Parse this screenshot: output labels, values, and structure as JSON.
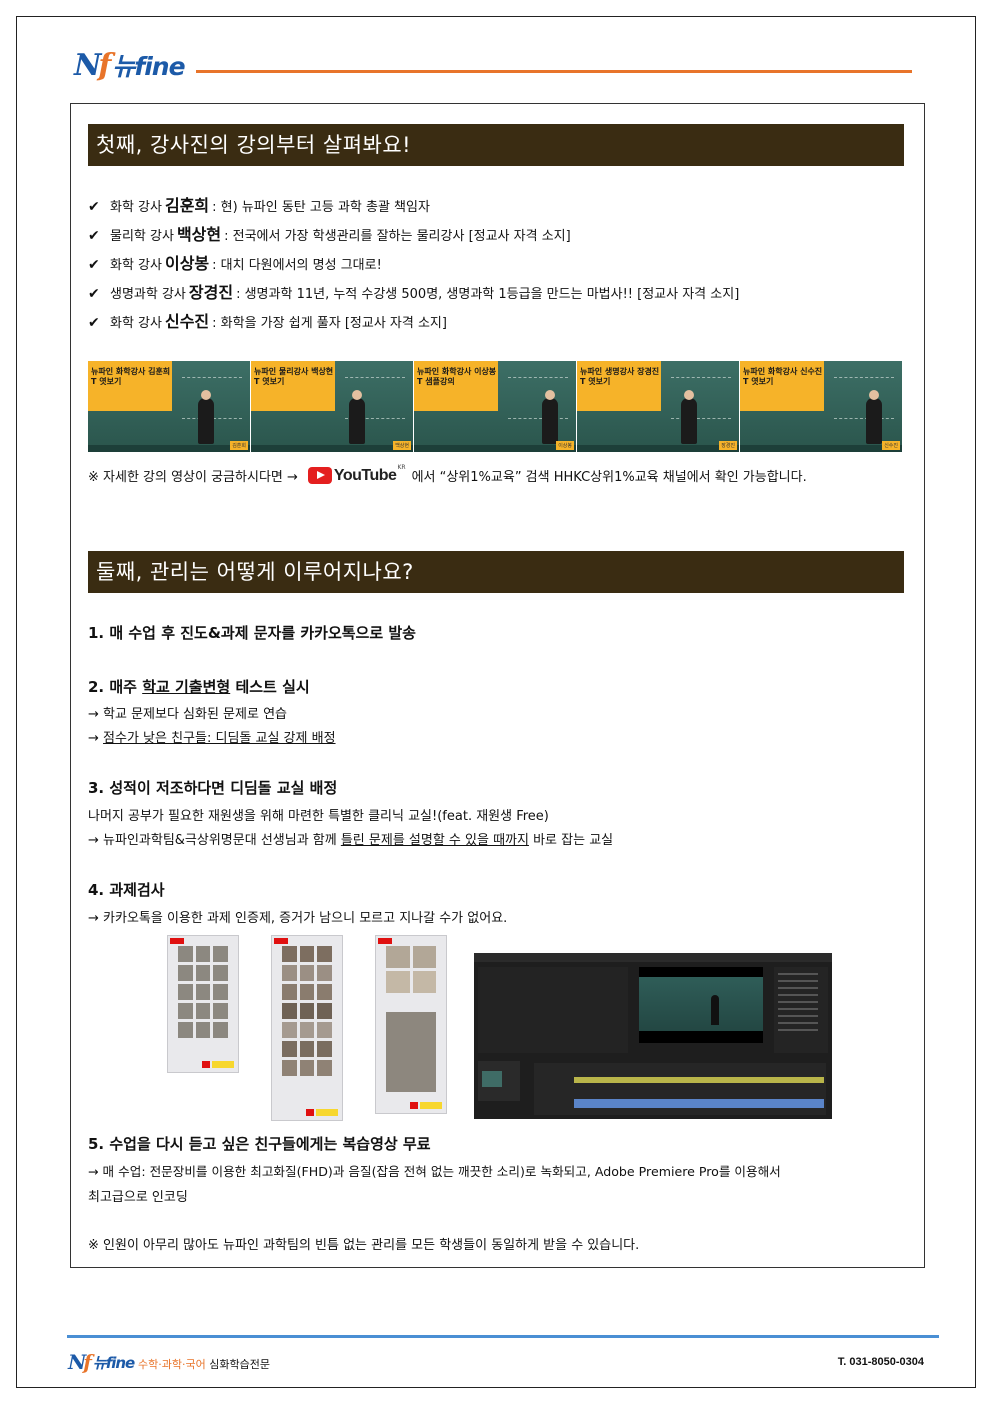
{
  "brand": {
    "logo_mark": "Nf",
    "logo_text": "뉴fine",
    "accent_color": "#e8742a",
    "brand_color": "#1c5aa8"
  },
  "section1": {
    "title": "첫째, 강사진의 강의부터 살펴봐요!",
    "teachers": [
      {
        "prefix": "화학 강사",
        "name": "김훈희",
        "desc": ": 현) 뉴파인 동탄 고등 과학 총괄 책임자"
      },
      {
        "prefix": "물리학 강사",
        "name": "백상현",
        "desc": ": 전국에서 가장 학생관리를 잘하는 물리강사 [정교사 자격 소지]"
      },
      {
        "prefix": "화학 강사",
        "name": "이상봉",
        "desc": ": 대치 다원에서의 명성 그대로!"
      },
      {
        "prefix": "생명과학 강사",
        "name": "장경진",
        "desc": ": 생명과학 11년, 누적 수강생 500명, 생명과학 1등급을 만드는 마법사!! [정교사 자격 소지]"
      },
      {
        "prefix": "화학 강사",
        "name": "신수진",
        "desc": ": 화학을 가장 쉽게 풀자 [정교사 자격 소지]"
      }
    ],
    "thumbnails": [
      {
        "title": "뉴파인 화학강사 김훈희T 엿보기",
        "name": "김훈희"
      },
      {
        "title": "뉴파인 물리강사 백상현T 엿보기",
        "name": "백상현"
      },
      {
        "title": "뉴파인 화학강사 이상봉T 샘플강의",
        "name": "이상봉"
      },
      {
        "title": "뉴파인 생명강사 장경진T 엿보기",
        "name": "장경진"
      },
      {
        "title": "뉴파인 화학강사 신수진T 엿보기",
        "name": "신수진"
      }
    ],
    "youtube_note": {
      "before": "※  자세한 강의 영상이 궁금하시다면  →",
      "logo_word": "YouTube",
      "logo_kr": "KR",
      "after": "에서  “상위1%교육” 검색 HHKC상위1%교육 채널에서 확인 가능합니다."
    }
  },
  "section2": {
    "title": "둘째, 관리는 어떻게 이루어지나요?",
    "item1": {
      "title": "1. 매 수업 후 진도&과제 문자를 카카오톡으로 발송"
    },
    "item2": {
      "title_a": "2. 매주 ",
      "title_u": "학교 기출변형",
      "title_b": " 테스트 실시",
      "line1": "→ 학교 문제보다 심화된 문제로 연습",
      "line2_arrow": "→ ",
      "line2_u": "점수가 낮은 친구들: 디딤돌 교실 강제 배정"
    },
    "item3": {
      "title": "3. 성적이 저조하다면 디딤돌 교실 배정",
      "line1": "나머지 공부가 필요한 재원생을 위해 마련한 특별한 클리닉 교실!(feat. 재원생 Free)",
      "line2_a": "→ 뉴파인과학팀&극상위명문대 선생님과 함께 ",
      "line2_u": "틀린 문제를 설명할 수 있을 때까지",
      "line2_b": " 바로 잡는 교실"
    },
    "item4": {
      "title": "4. 과제검사",
      "line1": "→ 카카오톡을 이용한 과제 인증제, 증거가 남으니 모르고 지나갈 수가 없어요."
    },
    "item5": {
      "title": "5. 수업을 다시 듣고 싶은 친구들에게는 복습영상 무료",
      "line1": "→ 매 수업: 전문장비를 이용한 최고화질(FHD)과 음질(잡음 전혀 없는 깨끗한 소리)로 녹화되고, Adobe Premiere Pro를 이용해서",
      "line2": "최고급으로 인코딩"
    },
    "final_note": "※ 인원이 아무리 많아도 뉴파인 과학팀의 빈틈 없는 관리를 모든 학생들이 동일하게 받을 수 있습니다."
  },
  "footer": {
    "logo_mark": "Nf",
    "logo_text": "뉴fine",
    "subjects": "수학·과학·국어",
    "tagline": " 심화학습전문",
    "phone": "T. 031-8050-0304"
  }
}
